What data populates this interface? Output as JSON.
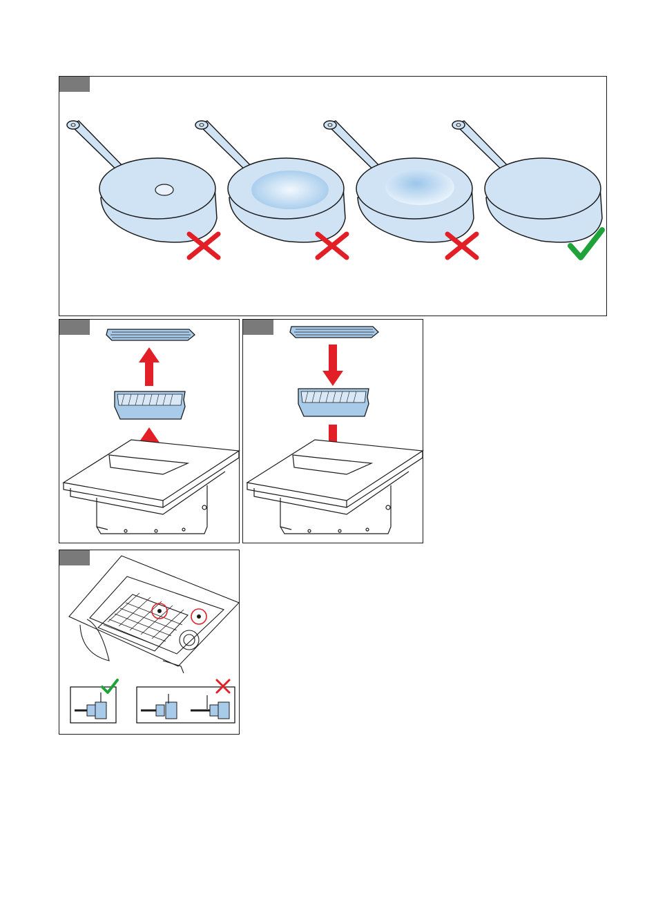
{
  "colors": {
    "pan_fill": "#cfe3f5",
    "pan_shade": "#9cc6ea",
    "outline": "#1a1a1a",
    "wrong_mark": "#e21f26",
    "right_mark": "#1fa23a",
    "arrow": "#e21f26",
    "filter_fill": "#a9cbea",
    "step_tab": "#7a7a7a"
  },
  "figures": [
    {
      "id": "pan-bottoms",
      "pans": [
        {
          "bottom": "raised-center",
          "verdict": "cross-mark-icon"
        },
        {
          "bottom": "concave",
          "verdict": "cross-mark-icon"
        },
        {
          "bottom": "convex",
          "verdict": "cross-mark-icon"
        },
        {
          "bottom": "flat",
          "verdict": "check-mark-icon"
        }
      ]
    },
    {
      "id": "remove-filter",
      "direction": "up",
      "icon": "arrow-up-icon"
    },
    {
      "id": "insert-filter",
      "direction": "down",
      "icon": "arrow-down-icon"
    },
    {
      "id": "plug-connection",
      "correct_icon": "check-mark-icon",
      "incorrect_icon": "cross-mark-icon"
    }
  ]
}
